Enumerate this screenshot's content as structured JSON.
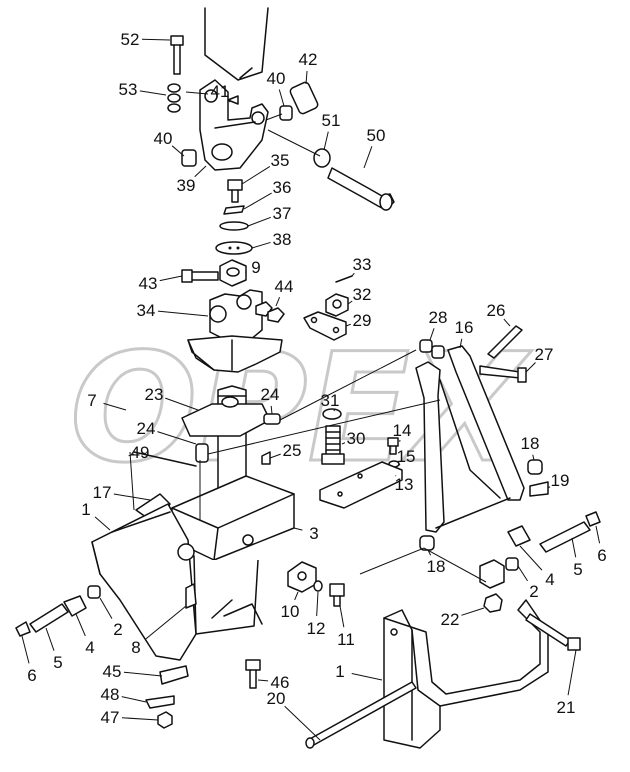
{
  "watermark": "OPEX",
  "callouts": [
    {
      "id": "c52",
      "label": "52"
    },
    {
      "id": "c53",
      "label": "53"
    },
    {
      "id": "c41",
      "label": "41"
    },
    {
      "id": "c40a",
      "label": "40"
    },
    {
      "id": "c42",
      "label": "42"
    },
    {
      "id": "c40b",
      "label": "40"
    },
    {
      "id": "c51",
      "label": "51"
    },
    {
      "id": "c50",
      "label": "50"
    },
    {
      "id": "c39",
      "label": "39"
    },
    {
      "id": "c35",
      "label": "35"
    },
    {
      "id": "c36",
      "label": "36"
    },
    {
      "id": "c37",
      "label": "37"
    },
    {
      "id": "c38",
      "label": "38"
    },
    {
      "id": "c43",
      "label": "43"
    },
    {
      "id": "c9",
      "label": "9"
    },
    {
      "id": "c33",
      "label": "33"
    },
    {
      "id": "c34",
      "label": "34"
    },
    {
      "id": "c44",
      "label": "44"
    },
    {
      "id": "c32",
      "label": "32"
    },
    {
      "id": "c29",
      "label": "29"
    },
    {
      "id": "c28",
      "label": "28"
    },
    {
      "id": "c26",
      "label": "26"
    },
    {
      "id": "c16",
      "label": "16"
    },
    {
      "id": "c27",
      "label": "27"
    },
    {
      "id": "c7",
      "label": "7"
    },
    {
      "id": "c23",
      "label": "23"
    },
    {
      "id": "c24a",
      "label": "24"
    },
    {
      "id": "c31",
      "label": "31"
    },
    {
      "id": "c24b",
      "label": "24"
    },
    {
      "id": "c30",
      "label": "30"
    },
    {
      "id": "c14",
      "label": "14"
    },
    {
      "id": "c49",
      "label": "49"
    },
    {
      "id": "c25",
      "label": "25"
    },
    {
      "id": "c15",
      "label": "15"
    },
    {
      "id": "c18a",
      "label": "18"
    },
    {
      "id": "c19",
      "label": "19"
    },
    {
      "id": "c17",
      "label": "17"
    },
    {
      "id": "c13",
      "label": "13"
    },
    {
      "id": "c1a",
      "label": "1"
    },
    {
      "id": "c3",
      "label": "3"
    },
    {
      "id": "c6a",
      "label": "6"
    },
    {
      "id": "c5a",
      "label": "5"
    },
    {
      "id": "c18b",
      "label": "18"
    },
    {
      "id": "c4a",
      "label": "4"
    },
    {
      "id": "c2a",
      "label": "2"
    },
    {
      "id": "c10",
      "label": "10"
    },
    {
      "id": "c12",
      "label": "12"
    },
    {
      "id": "c11",
      "label": "11"
    },
    {
      "id": "c22",
      "label": "22"
    },
    {
      "id": "c6b",
      "label": "6"
    },
    {
      "id": "c5b",
      "label": "5"
    },
    {
      "id": "c4b",
      "label": "4"
    },
    {
      "id": "c2b",
      "label": "2"
    },
    {
      "id": "c8",
      "label": "8"
    },
    {
      "id": "c45",
      "label": "45"
    },
    {
      "id": "c46",
      "label": "46"
    },
    {
      "id": "c48",
      "label": "48"
    },
    {
      "id": "c47",
      "label": "47"
    },
    {
      "id": "c1b",
      "label": "1"
    },
    {
      "id": "c20",
      "label": "20"
    },
    {
      "id": "c21",
      "label": "21"
    }
  ]
}
